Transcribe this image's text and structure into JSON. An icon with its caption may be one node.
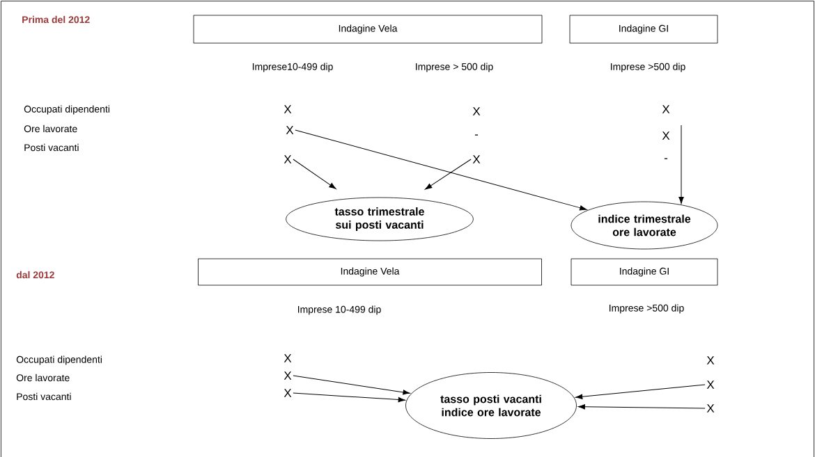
{
  "diagram": {
    "nodes": [
      {
        "text": [
          "Indagine Vela"
        ]
      },
      {
        "text": [
          "Indagine GI"
        ]
      },
      {
        "text": [
          "X"
        ]
      },
      {
        "text": [
          "X"
        ]
      },
      {
        "text": [
          "X"
        ]
      },
      {
        "text": [
          "tasso trimestrale sui posti vacanti"
        ]
      },
      {
        "text": [
          "indice trimestrale ore lavorate"
        ]
      },
      {
        "text": [
          "Indagine Vela"
        ]
      },
      {
        "text": [
          "Indagine GI"
        ]
      },
      {
        "text": [
          "X"
        ]
      },
      {
        "text": [
          "X"
        ]
      },
      {
        "text": [
          "X"
        ]
      },
      {
        "text": [
          "X"
        ]
      },
      {
        "text": [
          "tasso posti vacanti indice ore lavorate"
        ]
      }
    ],
    "edges": [
      {
        "from": 2,
        "to": 6,
        "arrow": "to"
      },
      {
        "from": 3,
        "to": 5,
        "arrow": "to"
      },
      {
        "from": 4,
        "to": 5,
        "arrow": "to"
      },
      {
        "from": null,
        "to": 6,
        "arrow": "to"
      },
      {
        "from": 9,
        "to": 13,
        "arrow": "to"
      },
      {
        "from": 10,
        "to": 13,
        "arrow": "to"
      },
      {
        "from": 11,
        "to": 13,
        "arrow": "to"
      },
      {
        "from": 12,
        "to": 13,
        "arrow": "to"
      }
    ],
    "labels": [
      "Prima del 2012",
      "Imprese10-499 dip",
      "Imprese > 500 dip",
      "Imprese >500 dip",
      "Occupati dipendenti",
      "Ore lavorate",
      "Posti vacanti",
      "X",
      "X",
      "-",
      "X",
      "X",
      "-",
      "dal 2012",
      "Imprese 10-499 dip",
      "Imprese >500 dip",
      "Occupati dipendenti",
      "Ore lavorate",
      "Posti vacanti",
      "X",
      "X"
    ]
  }
}
